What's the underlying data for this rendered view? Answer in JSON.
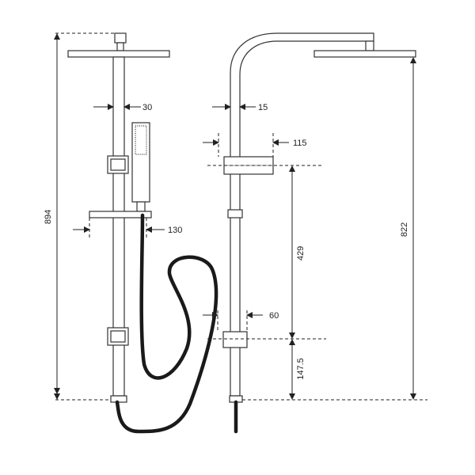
{
  "diagram": {
    "line_color": "#333333",
    "hose_color": "#1a1a1a",
    "front_view": {
      "total_height": "894",
      "rail_width": "30",
      "shelf_offset": "130"
    },
    "side_view": {
      "rail_depth": "15",
      "bracket_projection": "115",
      "bracket_spacing": "429",
      "lower_bracket_projection": "60",
      "bottom_to_lower_bracket": "147.5",
      "head_height": "822"
    }
  }
}
